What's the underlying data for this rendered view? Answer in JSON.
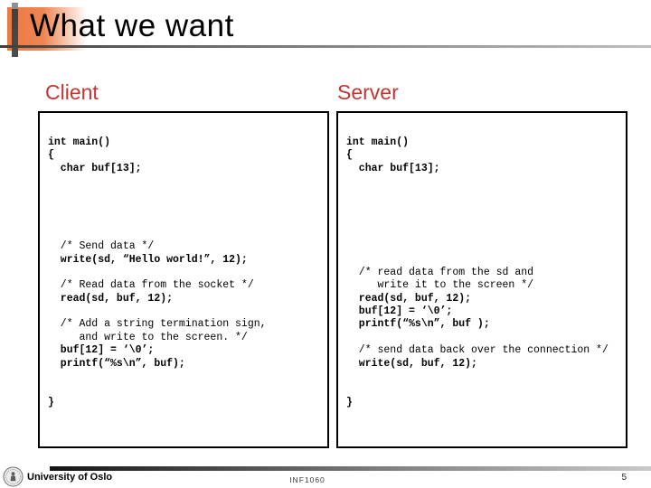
{
  "slide": {
    "title": "What we want",
    "page_number": "5"
  },
  "footer": {
    "institution": "University of Oslo",
    "course_code": "INF1060",
    "logo_icon": "university-of-oslo-seal"
  },
  "colors": {
    "heading_red": "#c23631",
    "accent_orange": "#ec7a45",
    "rule_gray_dark": "#3f3f3f",
    "rule_gray_light": "#bfbfbf"
  },
  "panels": [
    {
      "heading": "Client",
      "code_lines": [
        {
          "text": "int main()",
          "bold": true
        },
        {
          "text": "{",
          "bold": true
        },
        {
          "text": "  char buf[13];",
          "bold": true
        },
        {
          "text": "",
          "bold": false
        },
        {
          "text": "",
          "bold": false
        },
        {
          "text": "",
          "bold": false
        },
        {
          "text": "",
          "bold": false
        },
        {
          "text": "",
          "bold": false
        },
        {
          "text": "  /* Send data */",
          "bold": false
        },
        {
          "text": "  write(sd, “Hello world!”, 12);",
          "bold": true
        },
        {
          "text": "",
          "bold": false
        },
        {
          "text": "  /* Read data from the socket */",
          "bold": false
        },
        {
          "text": "  read(sd, buf, 12);",
          "bold": true
        },
        {
          "text": "",
          "bold": false
        },
        {
          "text": "  /* Add a string termination sign,",
          "bold": false
        },
        {
          "text": "     and write to the screen. */",
          "bold": false
        },
        {
          "text": "  buf[12] = ‘\\0’;",
          "bold": true
        },
        {
          "text": "  printf(“%s\\n”, buf);",
          "bold": true
        },
        {
          "text": "",
          "bold": false
        },
        {
          "text": "",
          "bold": false
        },
        {
          "text": "}",
          "bold": true
        }
      ]
    },
    {
      "heading": "Server",
      "code_lines": [
        {
          "text": "int main()",
          "bold": true
        },
        {
          "text": "{",
          "bold": true
        },
        {
          "text": "  char buf[13];",
          "bold": true
        },
        {
          "text": "",
          "bold": false
        },
        {
          "text": "",
          "bold": false
        },
        {
          "text": "",
          "bold": false
        },
        {
          "text": "",
          "bold": false
        },
        {
          "text": "",
          "bold": false
        },
        {
          "text": "",
          "bold": false
        },
        {
          "text": "",
          "bold": false
        },
        {
          "text": "  /* read data from the sd and",
          "bold": false
        },
        {
          "text": "     write it to the screen */",
          "bold": false
        },
        {
          "text": "  read(sd, buf, 12);",
          "bold": true
        },
        {
          "text": "  buf[12] = ‘\\0’;",
          "bold": true
        },
        {
          "text": "  printf(“%s\\n”, buf );",
          "bold": true
        },
        {
          "text": "",
          "bold": false
        },
        {
          "text": "  /* send data back over the connection */",
          "bold": false
        },
        {
          "text": "  write(sd, buf, 12);",
          "bold": true
        },
        {
          "text": "",
          "bold": false
        },
        {
          "text": "",
          "bold": false
        },
        {
          "text": "}",
          "bold": true
        }
      ]
    }
  ]
}
